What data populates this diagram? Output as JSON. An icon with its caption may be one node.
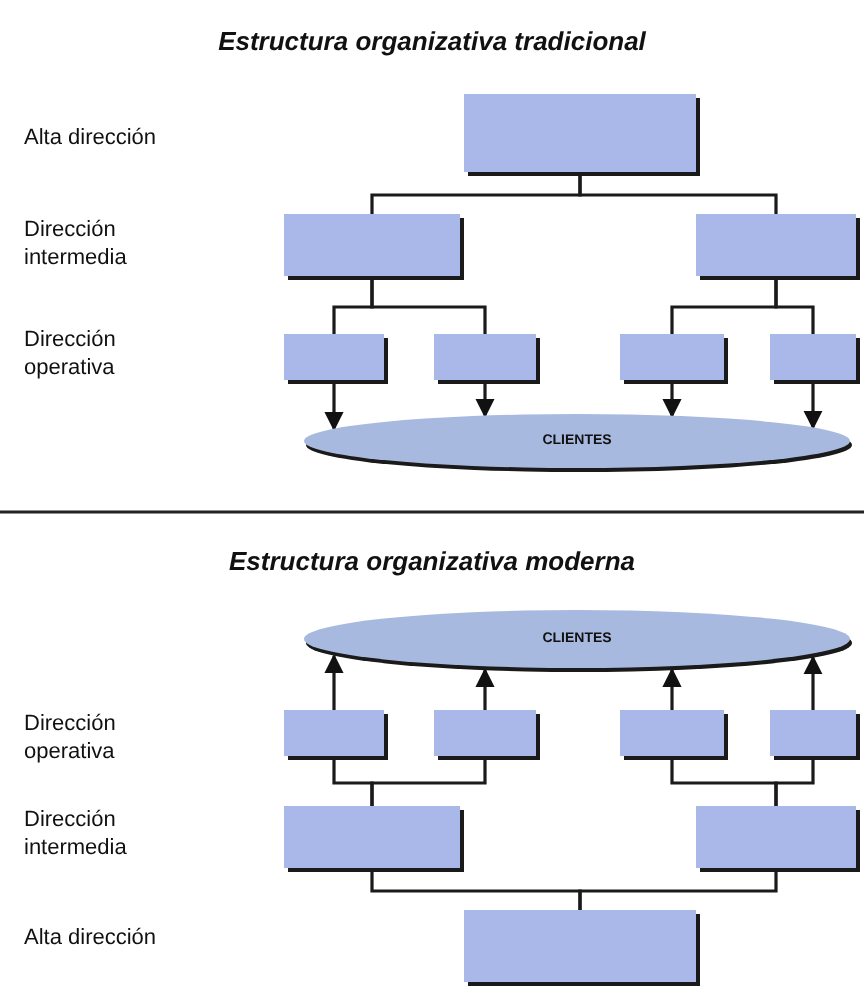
{
  "diagram": {
    "nodes": [
      {
        "text": [],
        "shape": "box"
      },
      {
        "text": [],
        "shape": "box"
      },
      {
        "text": [],
        "shape": "box"
      },
      {
        "text": [],
        "shape": "box"
      },
      {
        "text": [],
        "shape": "box"
      },
      {
        "text": [],
        "shape": "box"
      },
      {
        "text": [],
        "shape": "box"
      },
      {
        "text": [
          "CLIENTES"
        ]
      },
      {
        "text": [
          "CLIENTES"
        ]
      },
      {
        "text": [],
        "shape": "box"
      },
      {
        "text": [],
        "shape": "box"
      },
      {
        "text": [],
        "shape": "box"
      },
      {
        "text": [],
        "shape": "box"
      },
      {
        "text": [],
        "shape": "box"
      },
      {
        "text": [],
        "shape": "box"
      },
      {
        "text": [],
        "shape": "box"
      }
    ],
    "edges": [
      {
        "from": 0,
        "to": 1,
        "arrow": "none"
      },
      {
        "from": 0,
        "to": 2,
        "arrow": "none"
      },
      {
        "from": 1,
        "to": 3,
        "arrow": "none"
      },
      {
        "from": 1,
        "to": 4,
        "arrow": "none"
      },
      {
        "from": 2,
        "to": 5,
        "arrow": "none"
      },
      {
        "from": 2,
        "to": 6,
        "arrow": "none"
      },
      {
        "from": 3,
        "to": 7,
        "arrow": "to"
      },
      {
        "from": 4,
        "to": 7,
        "arrow": "to"
      },
      {
        "from": 5,
        "to": 7,
        "arrow": "to"
      },
      {
        "from": 6,
        "to": 7,
        "arrow": "to"
      },
      {
        "from": 9,
        "to": 8,
        "arrow": "to"
      },
      {
        "from": 10,
        "to": 8,
        "arrow": "to"
      },
      {
        "from": 11,
        "to": 8,
        "arrow": "to"
      },
      {
        "from": 12,
        "to": 8,
        "arrow": "to"
      },
      {
        "from": 13,
        "to": 9,
        "arrow": "none"
      },
      {
        "from": 13,
        "to": 10,
        "arrow": "none"
      },
      {
        "from": 14,
        "to": 11,
        "arrow": "none"
      },
      {
        "from": 14,
        "to": 12,
        "arrow": "none"
      },
      {
        "from": 15,
        "to": 13,
        "arrow": "none"
      },
      {
        "from": 15,
        "to": 14,
        "arrow": "none"
      }
    ],
    "labels": [
      "Estructura organizativa tradicional",
      "Alta dirección",
      "Dirección intermedia",
      "Dirección operativa",
      "Estructura organizativa moderna",
      "Dirección operativa",
      "Dirección intermedia",
      "Alta dirección"
    ]
  }
}
